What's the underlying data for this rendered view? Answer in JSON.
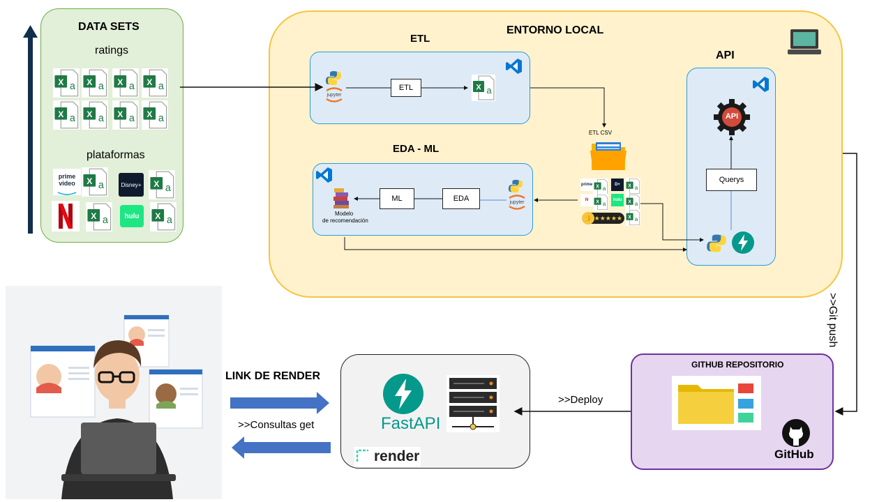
{
  "datasets": {
    "title": "DATA SETS",
    "ratings_label": "ratings",
    "plataformas_label": "plataformas",
    "platforms": [
      "prime video",
      "Disney+",
      "NETFLIX",
      "hulu"
    ]
  },
  "local": {
    "title": "ENTORNO LOCAL",
    "etl": {
      "title": "ETL",
      "box": "ETL",
      "jupyter": "jupyter"
    },
    "eda": {
      "title": "EDA - ML",
      "ml_box": "ML",
      "eda_box": "EDA",
      "model_label_1": "Modelo",
      "model_label_2": "de recomendación",
      "jupyter": "jupyter"
    },
    "etl_csv_label": "ETL CSV",
    "api": {
      "title": "API",
      "querys": "Querys",
      "api_badge": "API"
    }
  },
  "git_push_label": ">>Git push",
  "github": {
    "title": "GITHUB REPOSITORIO",
    "logo_text": "GitHub"
  },
  "deploy_label": ">>Deploy",
  "render": {
    "fastapi_text": "FastAPI",
    "render_text": "render"
  },
  "link_label": "LINK DE RENDER",
  "consultas_label": ">>Consultas get",
  "colors": {
    "datasets_bg": "#e2efd9",
    "datasets_border": "#70ad47",
    "local_bg": "#fff2cc",
    "local_border": "#f5c542",
    "inner_bg": "#deebf7",
    "inner_border": "#2e9bd6",
    "github_bg": "#e6d6f0",
    "github_border": "#7030a0",
    "render_bg": "#f2f2f2",
    "arrow_blue": "#4472c4"
  }
}
